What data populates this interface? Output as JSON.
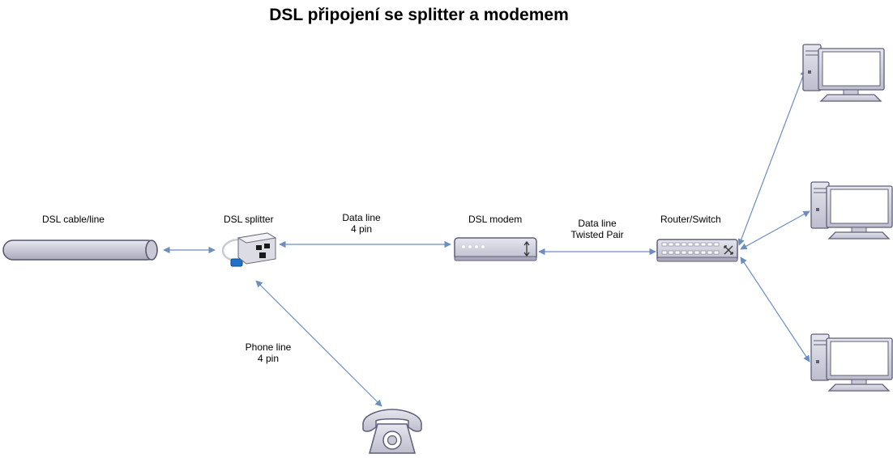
{
  "title": "DSL připojení se splitter a modemem",
  "nodes": {
    "dsl_cable": {
      "label": "DSL cable/line",
      "icon": "dsl-cable-icon"
    },
    "splitter": {
      "label": "DSL splitter",
      "icon": "dsl-splitter-icon"
    },
    "modem": {
      "label": "DSL modem",
      "icon": "dsl-modem-icon"
    },
    "router": {
      "label": "Router/Switch",
      "icon": "router-switch-icon"
    },
    "phone": {
      "icon": "telephone-icon"
    },
    "computers": [
      {
        "icon": "computer-icon"
      },
      {
        "icon": "computer-icon"
      },
      {
        "icon": "computer-icon"
      }
    ]
  },
  "connections": {
    "splitter_modem": {
      "line1": "Data line",
      "line2": "4 pin"
    },
    "modem_router": {
      "line1": "Data line",
      "line2": "Twisted Pair"
    },
    "splitter_phone": {
      "line1": "Phone line",
      "line2": "4 pin"
    }
  },
  "colors": {
    "connector": "#6c8ebf",
    "device_fill": "#d9d9e6",
    "device_stroke": "#5f5f7a",
    "monitor_screen": "#ffffff"
  }
}
